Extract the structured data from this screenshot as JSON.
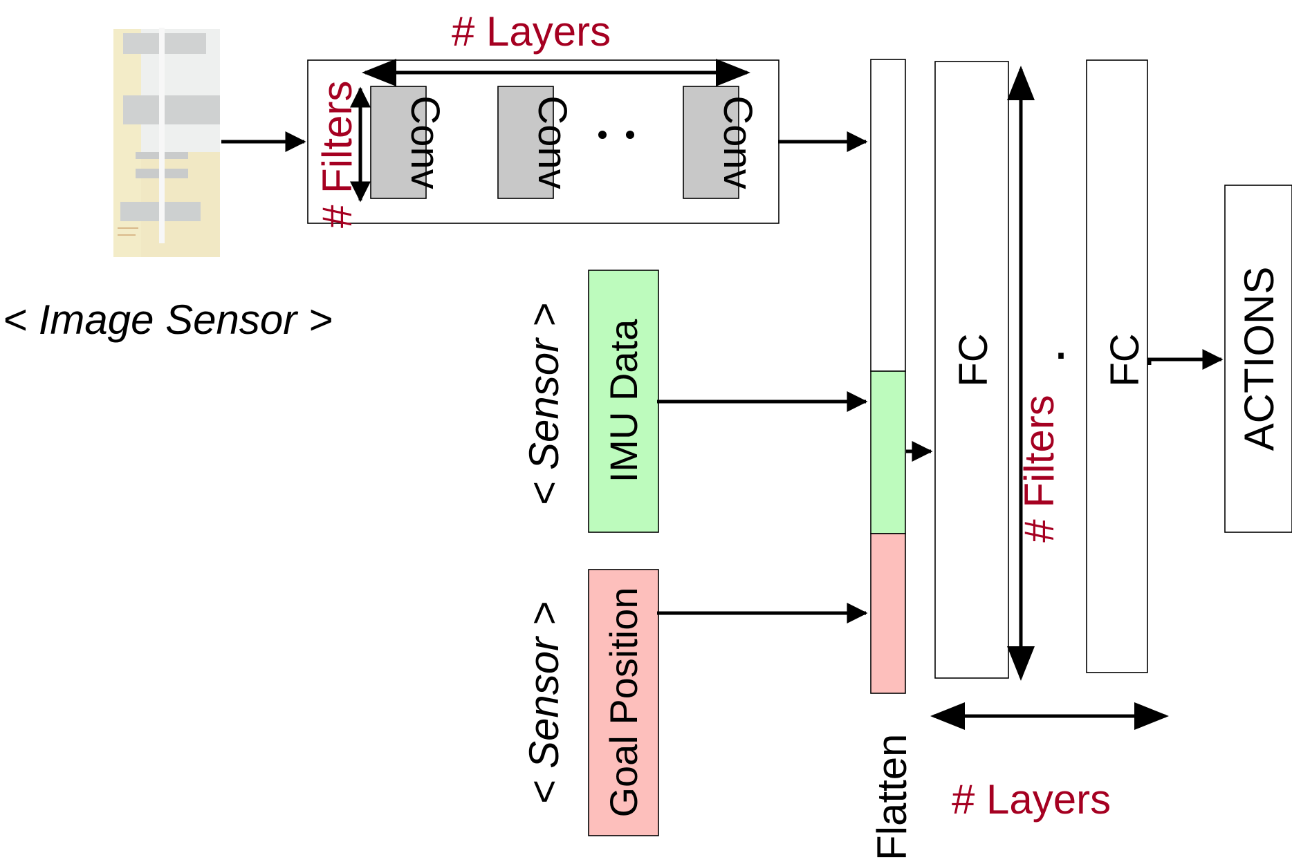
{
  "colors": {
    "accent_red": "#a50021",
    "conv_fill": "#c8c8c8",
    "imu_fill": "#bdfbbd",
    "goal_fill": "#fdbfbc",
    "white": "#ffffff"
  },
  "image_sensor": {
    "label": "< Image Sensor >",
    "thumbnail_icon": "maze-scene-image"
  },
  "conv_stack": {
    "layers_label": "# Layers",
    "filters_label": "# Filters",
    "conv_labels": [
      "Conv",
      "Conv",
      "Conv"
    ],
    "ellipsis": ". ."
  },
  "sensors": {
    "imu": {
      "tag": "< Sensor >",
      "label": "IMU Data"
    },
    "goal": {
      "tag": "< Sensor >",
      "label": "Goal Position"
    }
  },
  "flatten": {
    "label": "Flatten"
  },
  "fc_stack": {
    "fc_labels": [
      "FC",
      "FC"
    ],
    "dot": ".",
    "filters_label": "# Filters",
    "layers_label": "# Layers"
  },
  "output": {
    "label": "ACTIONS"
  }
}
